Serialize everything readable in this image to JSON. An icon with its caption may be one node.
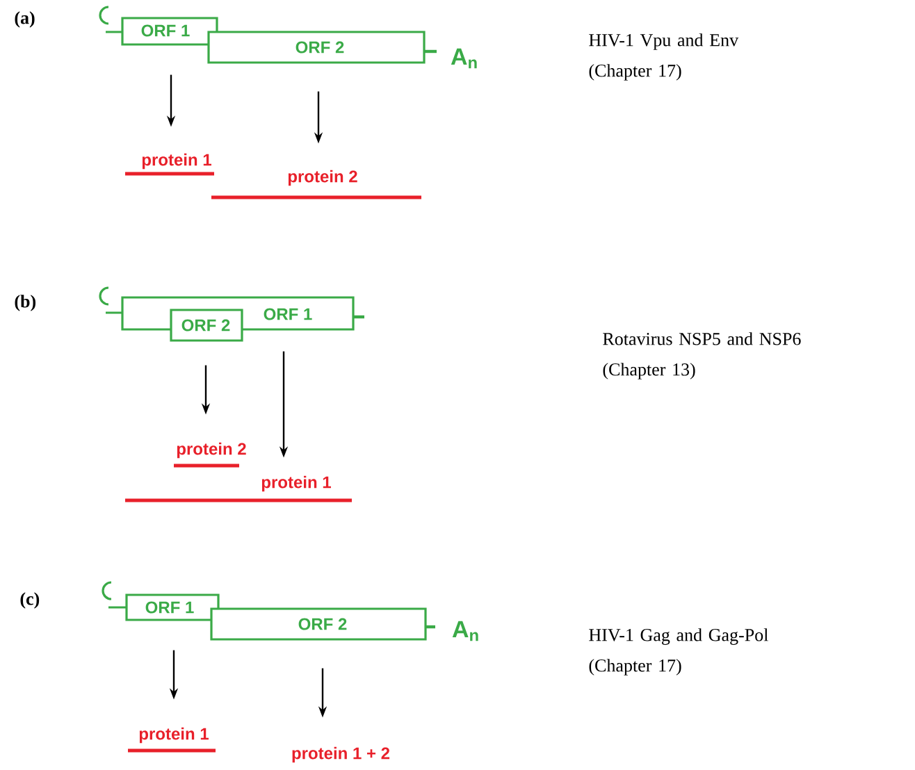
{
  "diagram": {
    "nodes": [
      {
        "text": [
          "ORF 1"
        ]
      },
      {
        "text": [
          "ORF 2"
        ]
      },
      {
        "text": [
          "protein 1"
        ]
      },
      {
        "text": [
          "protein 2"
        ]
      },
      {
        "text": [
          "ORF 1"
        ]
      },
      {
        "text": [
          "ORF 2"
        ]
      },
      {
        "text": [
          "protein 2"
        ]
      },
      {
        "text": [
          "protein 1"
        ]
      },
      {
        "text": [
          "ORF 1"
        ]
      },
      {
        "text": [
          "ORF 2"
        ]
      },
      {
        "text": [
          "protein 1"
        ]
      },
      {
        "text": [
          "protein 1 + 2"
        ]
      }
    ],
    "edges": [
      {
        "from": 0,
        "to": 2,
        "arrow": "to"
      },
      {
        "from": 1,
        "to": 3,
        "arrow": "to"
      },
      {
        "from": 5,
        "to": 6,
        "arrow": "to"
      },
      {
        "from": 4,
        "to": 7,
        "arrow": "to"
      },
      {
        "from": 8,
        "to": 10,
        "arrow": "to"
      },
      {
        "from": 9,
        "to": 11,
        "arrow": "to"
      }
    ],
    "labels": [
      "(a)",
      "A$_{n}$",
      "HIV-1 Vpu and Env (Chapter 17)",
      "(b)",
      "Rotavirus NSP5 and NSP6 (Chapter 13)",
      "(c)",
      "A$_{n}$",
      "HIV-1 Gag and Gag-Pol (Chapter 17)"
    ]
  }
}
